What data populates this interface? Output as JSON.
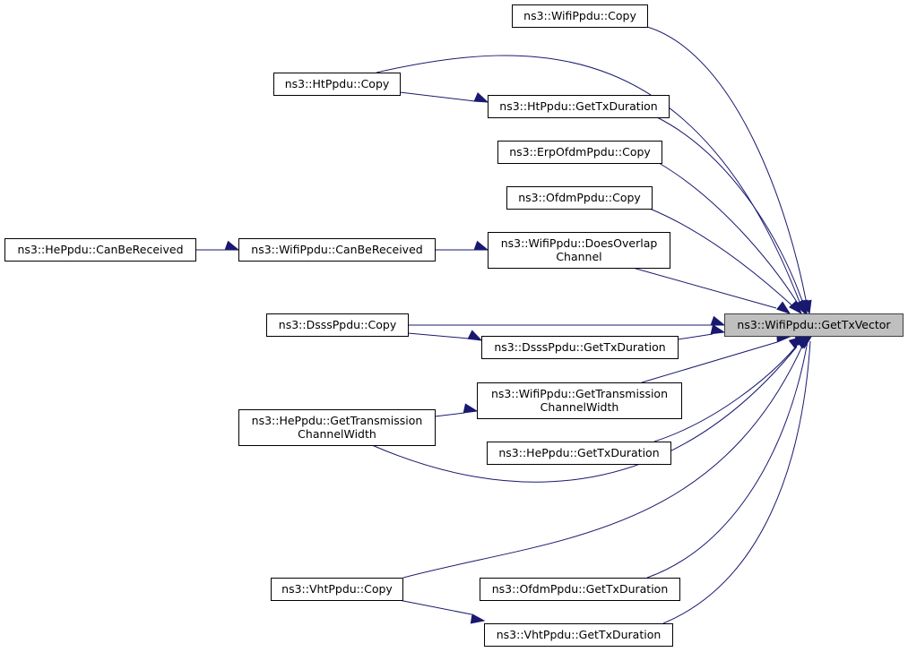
{
  "graph": {
    "root": "getTxVector",
    "nodes": [
      {
        "id": "getTxVector",
        "lines": [
          "ns3::WifiPpdu::GetTxVector"
        ],
        "root": true
      },
      {
        "id": "wifiCopy",
        "lines": [
          "ns3::WifiPpdu::Copy"
        ]
      },
      {
        "id": "htCopy",
        "lines": [
          "ns3::HtPpdu::Copy"
        ]
      },
      {
        "id": "htTxDur",
        "lines": [
          "ns3::HtPpdu::GetTxDuration"
        ]
      },
      {
        "id": "erpCopy",
        "lines": [
          "ns3::ErpOfdmPpdu::Copy"
        ]
      },
      {
        "id": "ofdmCopy",
        "lines": [
          "ns3::OfdmPpdu::Copy"
        ]
      },
      {
        "id": "heCanBeRecv",
        "lines": [
          "ns3::HePpdu::CanBeReceived"
        ]
      },
      {
        "id": "wifiCanBeRecv",
        "lines": [
          "ns3::WifiPpdu::CanBeReceived"
        ]
      },
      {
        "id": "wifiOverlap",
        "lines": [
          "ns3::WifiPpdu::DoesOverlap",
          "Channel"
        ]
      },
      {
        "id": "dsssCopy",
        "lines": [
          "ns3::DsssPpdu::Copy"
        ]
      },
      {
        "id": "dsssTxDur",
        "lines": [
          "ns3::DsssPpdu::GetTxDuration"
        ]
      },
      {
        "id": "wifiTxWidth",
        "lines": [
          "ns3::WifiPpdu::GetTransmission",
          "ChannelWidth"
        ]
      },
      {
        "id": "heTxWidth",
        "lines": [
          "ns3::HePpdu::GetTransmission",
          "ChannelWidth"
        ]
      },
      {
        "id": "heTxDur",
        "lines": [
          "ns3::HePpdu::GetTxDuration"
        ]
      },
      {
        "id": "vhtCopy",
        "lines": [
          "ns3::VhtPpdu::Copy"
        ]
      },
      {
        "id": "ofdmTxDur",
        "lines": [
          "ns3::OfdmPpdu::GetTxDuration"
        ]
      },
      {
        "id": "vhtTxDur",
        "lines": [
          "ns3::VhtPpdu::GetTxDuration"
        ]
      }
    ],
    "edges": [
      {
        "from": "wifiCopy",
        "to": "getTxVector"
      },
      {
        "from": "htCopy",
        "to": "getTxVector"
      },
      {
        "from": "htCopy",
        "to": "htTxDur"
      },
      {
        "from": "htTxDur",
        "to": "getTxVector"
      },
      {
        "from": "erpCopy",
        "to": "getTxVector"
      },
      {
        "from": "ofdmCopy",
        "to": "getTxVector"
      },
      {
        "from": "heCanBeRecv",
        "to": "wifiCanBeRecv"
      },
      {
        "from": "wifiCanBeRecv",
        "to": "wifiOverlap"
      },
      {
        "from": "wifiOverlap",
        "to": "getTxVector"
      },
      {
        "from": "dsssCopy",
        "to": "getTxVector"
      },
      {
        "from": "dsssCopy",
        "to": "dsssTxDur"
      },
      {
        "from": "dsssTxDur",
        "to": "getTxVector"
      },
      {
        "from": "wifiTxWidth",
        "to": "getTxVector"
      },
      {
        "from": "heTxWidth",
        "to": "wifiTxWidth"
      },
      {
        "from": "heTxWidth",
        "to": "getTxVector"
      },
      {
        "from": "heTxDur",
        "to": "getTxVector"
      },
      {
        "from": "vhtCopy",
        "to": "getTxVector"
      },
      {
        "from": "vhtCopy",
        "to": "vhtTxDur"
      },
      {
        "from": "ofdmTxDur",
        "to": "getTxVector"
      },
      {
        "from": "vhtTxDur",
        "to": "getTxVector"
      }
    ]
  }
}
